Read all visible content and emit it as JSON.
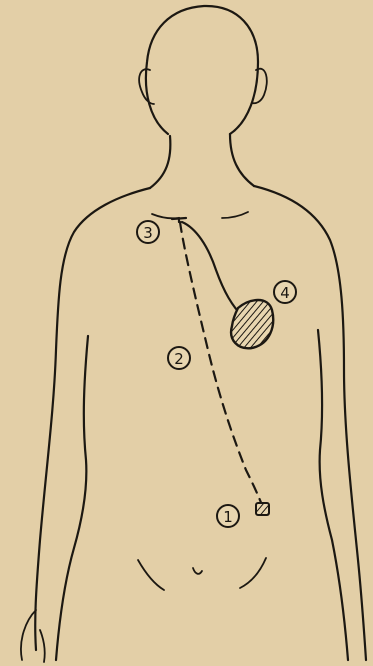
{
  "figure": {
    "callouts": [
      {
        "id": "1",
        "label": "1"
      },
      {
        "id": "2",
        "label": "2"
      },
      {
        "id": "3",
        "label": "3"
      },
      {
        "id": "4",
        "label": "4"
      }
    ]
  },
  "colors": {
    "background": "#e3cfa7",
    "ink": "#1c1812",
    "callout_fill": "#e8d6b0"
  }
}
